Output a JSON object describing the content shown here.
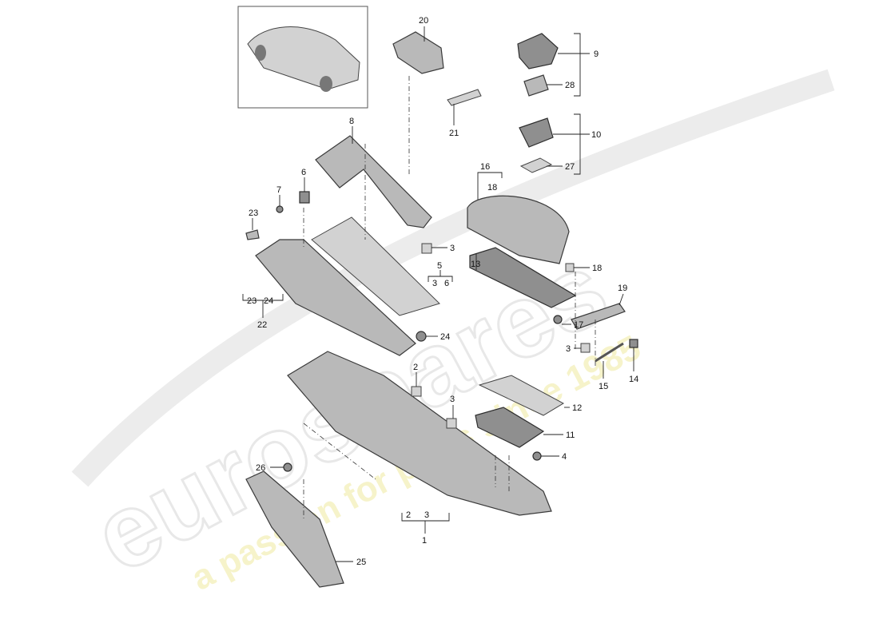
{
  "callouts": {
    "c1": "1",
    "c2": "2",
    "c3": "3",
    "c4": "4",
    "c5": "5",
    "c6": "6",
    "c7": "7",
    "c8": "8",
    "c9": "9",
    "c10": "10",
    "c11": "11",
    "c12": "12",
    "c13": "13",
    "c14": "14",
    "c15": "15",
    "c16": "16",
    "c17": "17",
    "c18": "18",
    "c19": "19",
    "c20": "20",
    "c21": "21",
    "c22": "22",
    "c23": "23",
    "c24": "24",
    "c25": "25",
    "c26": "26",
    "c27": "27",
    "c28": "28"
  },
  "watermark": {
    "logo": "eurospares",
    "slogan": "a passion for parts since 1985"
  }
}
